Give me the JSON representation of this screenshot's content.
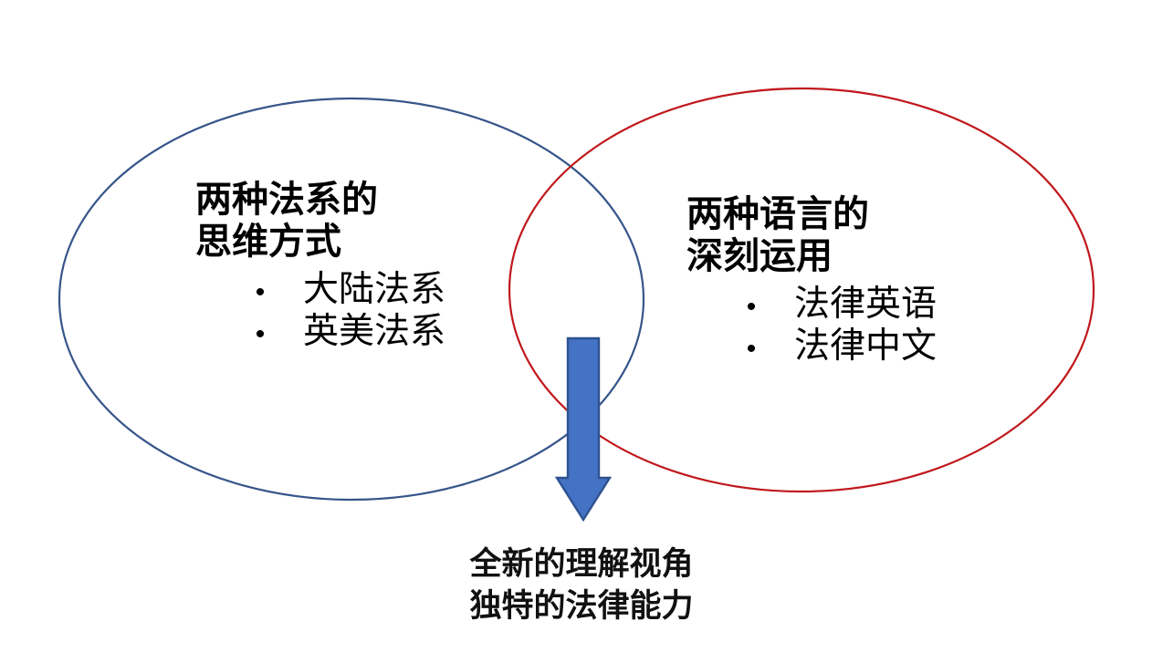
{
  "diagram": {
    "type": "venn-two-circle-with-arrow",
    "background_color": "#ffffff",
    "left_circle": {
      "outline_color": "#36558A",
      "fill": "none",
      "heading_line1": "两种法系的",
      "heading_line2": "思维方式",
      "bullets": [
        "大陆法系",
        "英美法系"
      ],
      "bullet_glyph": "•"
    },
    "right_circle": {
      "outline_color": "#C0181C",
      "fill": "none",
      "heading_line1": "两种语言的",
      "heading_line2": "深刻运用",
      "bullets": [
        "法律英语",
        "法律中文"
      ],
      "bullet_glyph": "•"
    },
    "arrow": {
      "direction": "down",
      "fill_color": "#4472C4",
      "stroke_color": "#2E528F"
    },
    "conclusion": {
      "line1": "全新的理解视角",
      "line2": "独特的法律能力"
    }
  }
}
